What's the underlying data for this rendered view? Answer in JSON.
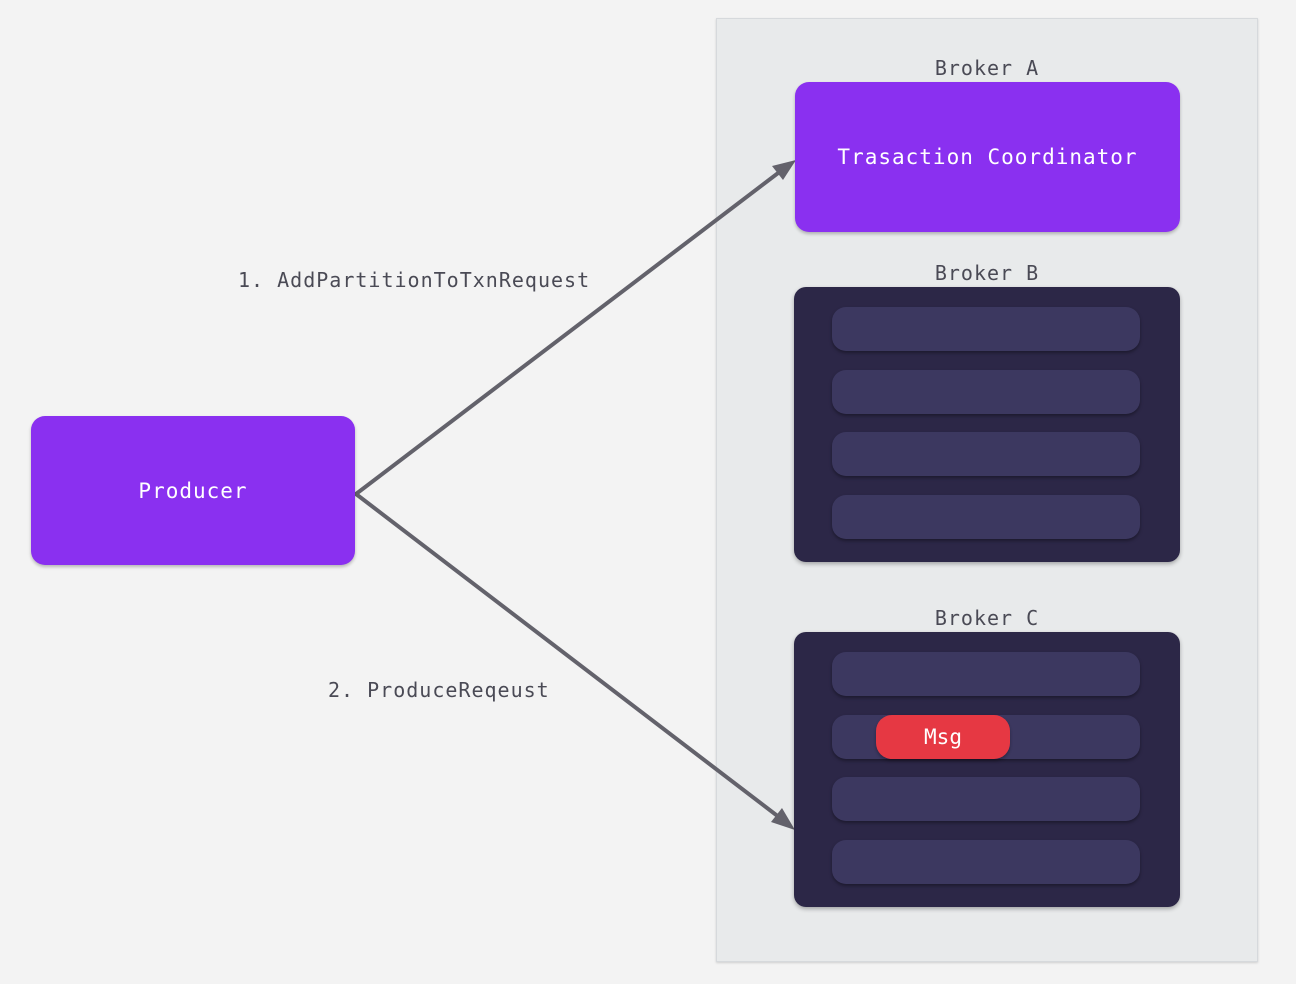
{
  "producer": {
    "label": "Producer"
  },
  "brokers": [
    {
      "label": "Broker A",
      "coordinator_label": "Trasaction Coordinator"
    },
    {
      "label": "Broker B",
      "partitions": 4
    },
    {
      "label": "Broker C",
      "partitions": 4,
      "message_label": "Msg"
    }
  ],
  "requests": [
    {
      "label": "1. AddPartitionToTxnRequest"
    },
    {
      "label": "2. ProduceReqeust"
    }
  ],
  "colors": {
    "background": "#f3f3f3",
    "cluster_panel": "#e8eaeb",
    "purple": "#8a30f0",
    "broker_dark": "#2c2747",
    "partition": "#3c3860",
    "message": "#e63843",
    "arrow": "#63626b",
    "text": "#4a4a55"
  }
}
